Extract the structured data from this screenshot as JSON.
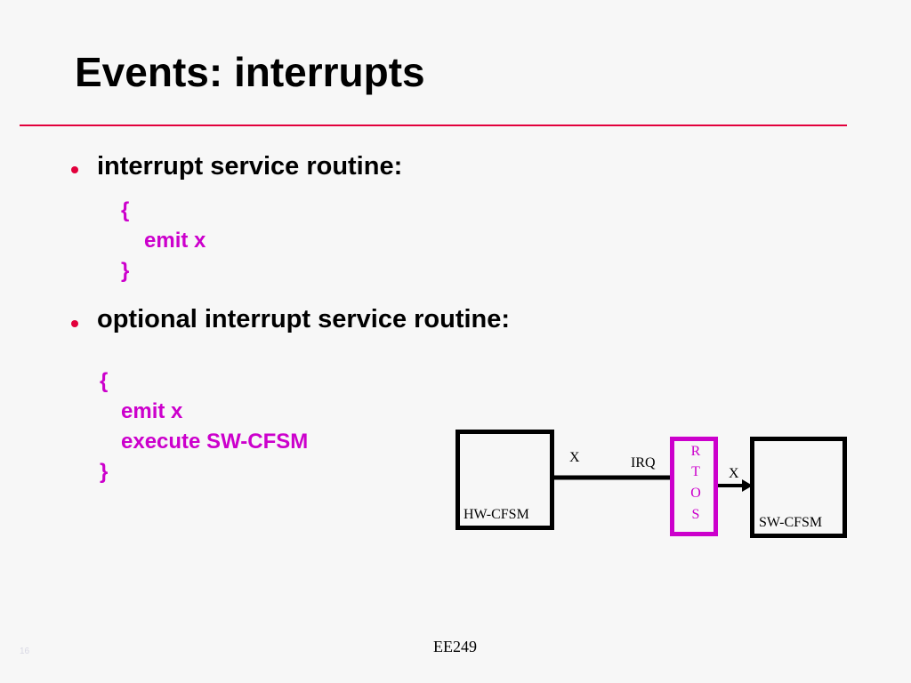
{
  "slide": {
    "title": "Events: interrupts",
    "bullets": [
      {
        "text": "interrupt service routine:",
        "code": [
          "{",
          "emit x",
          "}"
        ]
      },
      {
        "text": "optional interrupt service routine:",
        "code": [
          "{",
          "emit x",
          "execute SW-CFSM",
          "}"
        ]
      }
    ],
    "diagram": {
      "hw_box_label": "HW-CFSM",
      "sw_box_label": "SW-CFSM",
      "rtos_letters": [
        "R",
        "T",
        "O",
        "S"
      ],
      "signal_x_left": "X",
      "irq_label": "IRQ",
      "signal_x_right": "X"
    },
    "footer": "EE249",
    "page_number": "16"
  },
  "colors": {
    "accent_red": "#e2003c",
    "code_magenta": "#cc00cc",
    "background": "#f7f7f7"
  }
}
